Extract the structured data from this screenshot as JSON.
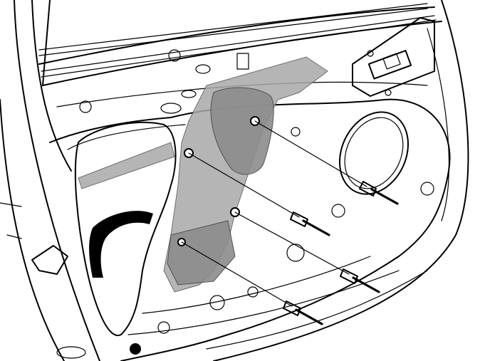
{
  "figure": {
    "kind": "line-art",
    "highlight_color": "#a9a9a9",
    "line_color": "#000000",
    "background": "#ffffff",
    "fastener_count": 4,
    "icons": [
      "door-panel",
      "window-regulator",
      "speaker-opening",
      "bolt"
    ]
  }
}
